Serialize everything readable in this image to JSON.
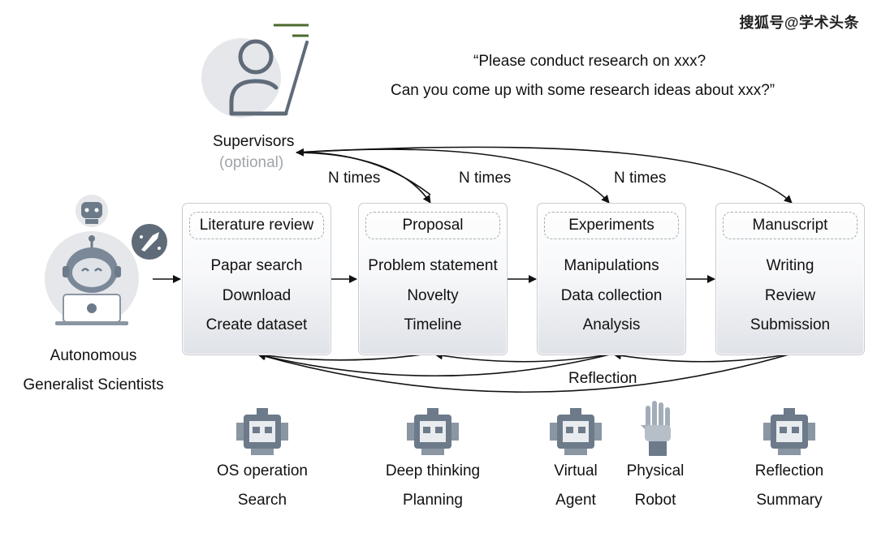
{
  "watermark": "搜狐号@学术头条",
  "quote": {
    "line1": "“Please conduct research on xxx?",
    "line2": "Can you come up with some research ideas about xxx?”"
  },
  "supervisor": {
    "label": "Supervisors",
    "optional": "(optional)"
  },
  "agent": {
    "line1": "Autonomous",
    "line2": "Generalist Scientists"
  },
  "n_times": [
    "N times",
    "N times",
    "N times"
  ],
  "stages": [
    {
      "title": "Literature review",
      "items": [
        "Papar search",
        "Download",
        "Create dataset"
      ]
    },
    {
      "title": "Proposal",
      "items": [
        "Problem statement",
        "Novelty",
        "Timeline"
      ]
    },
    {
      "title": "Experiments",
      "items": [
        "Manipulations",
        "Data collection",
        "Analysis"
      ]
    },
    {
      "title": "Manuscript",
      "items": [
        "Writing",
        "Review",
        "Submission"
      ]
    }
  ],
  "reflection": "Reflection",
  "tools": [
    {
      "icon": "robot-icon",
      "line1": "OS operation",
      "line2": "Search"
    },
    {
      "icon": "robot-icon",
      "line1": "Deep thinking",
      "line2": "Planning"
    },
    {
      "icon": "robot-icon",
      "line1": "Virtual",
      "line2": "Agent"
    },
    {
      "icon": "robot-hand-icon",
      "line1": "Physical",
      "line2": "Robot"
    },
    {
      "icon": "robot-icon",
      "line1": "Reflection",
      "line2": "Summary"
    }
  ],
  "colors": {
    "accent_green": "#4b6a2e",
    "icon_gray": "#6c7a8a",
    "box_border": "#c8ccd2"
  }
}
